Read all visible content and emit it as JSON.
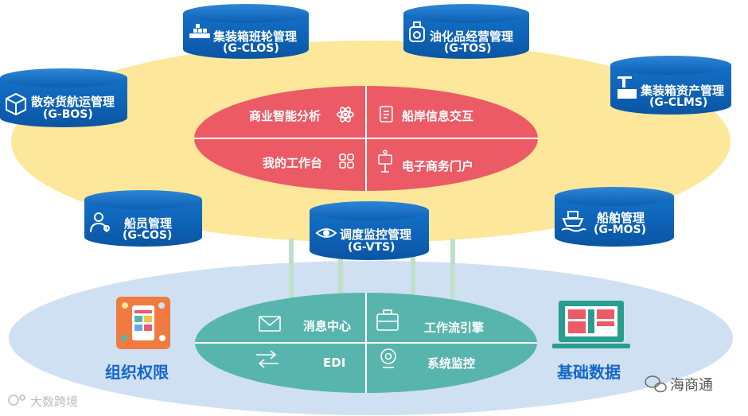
{
  "modules": {
    "clos": {
      "title": "集装箱班轮管理",
      "code": "(G-CLOS)",
      "icon": "container-ship-icon"
    },
    "tos": {
      "title": "油化品经营管理",
      "code": "(G-TOS)",
      "icon": "oil-barrel-icon"
    },
    "bos": {
      "title": "散杂货航运管理",
      "code": "(G-BOS)",
      "icon": "cargo-box-icon"
    },
    "clms": {
      "title": "集装箱资产管理",
      "code": "(G-CLMS)",
      "icon": "crane-container-icon"
    },
    "cos": {
      "title": "船员管理",
      "code": "(G-COS)",
      "icon": "crew-icon"
    },
    "vts": {
      "title": "调度监控管理",
      "code": "(G-VTS)",
      "icon": "eye-icon"
    },
    "mos": {
      "title": "船舶管理",
      "code": "(G-MOS)",
      "icon": "ship-icon"
    }
  },
  "center_red": {
    "items": [
      {
        "label": "商业智能分析",
        "icon": "atom-icon"
      },
      {
        "label": "船岸信息交互",
        "icon": "document-icon"
      },
      {
        "label": "我的工作台",
        "icon": "grid-icon"
      },
      {
        "label": "电子商务门户",
        "icon": "kiosk-icon"
      }
    ]
  },
  "center_teal": {
    "items": [
      {
        "label": "消息中心",
        "icon": "envelope-icon"
      },
      {
        "label": "工作流引擎",
        "icon": "briefcase-icon"
      },
      {
        "label": "EDI",
        "icon": "exchange-arrows-icon"
      },
      {
        "label": "系统监控",
        "icon": "webcam-icon"
      }
    ]
  },
  "bottom_left": {
    "label": "组织权限",
    "icon": "org-app-icon"
  },
  "bottom_right": {
    "label": "基础数据",
    "icon": "monitor-data-icon"
  },
  "watermarks": {
    "left": "大数跨境",
    "right": "海商通"
  },
  "colors": {
    "yellow": "#fde79a",
    "red": "#ec5a66",
    "blue_ellipse": "#cfe0f3",
    "teal": "#58b5ad",
    "cylinder": "#0b62b8",
    "label_blue": "#1466c8"
  }
}
